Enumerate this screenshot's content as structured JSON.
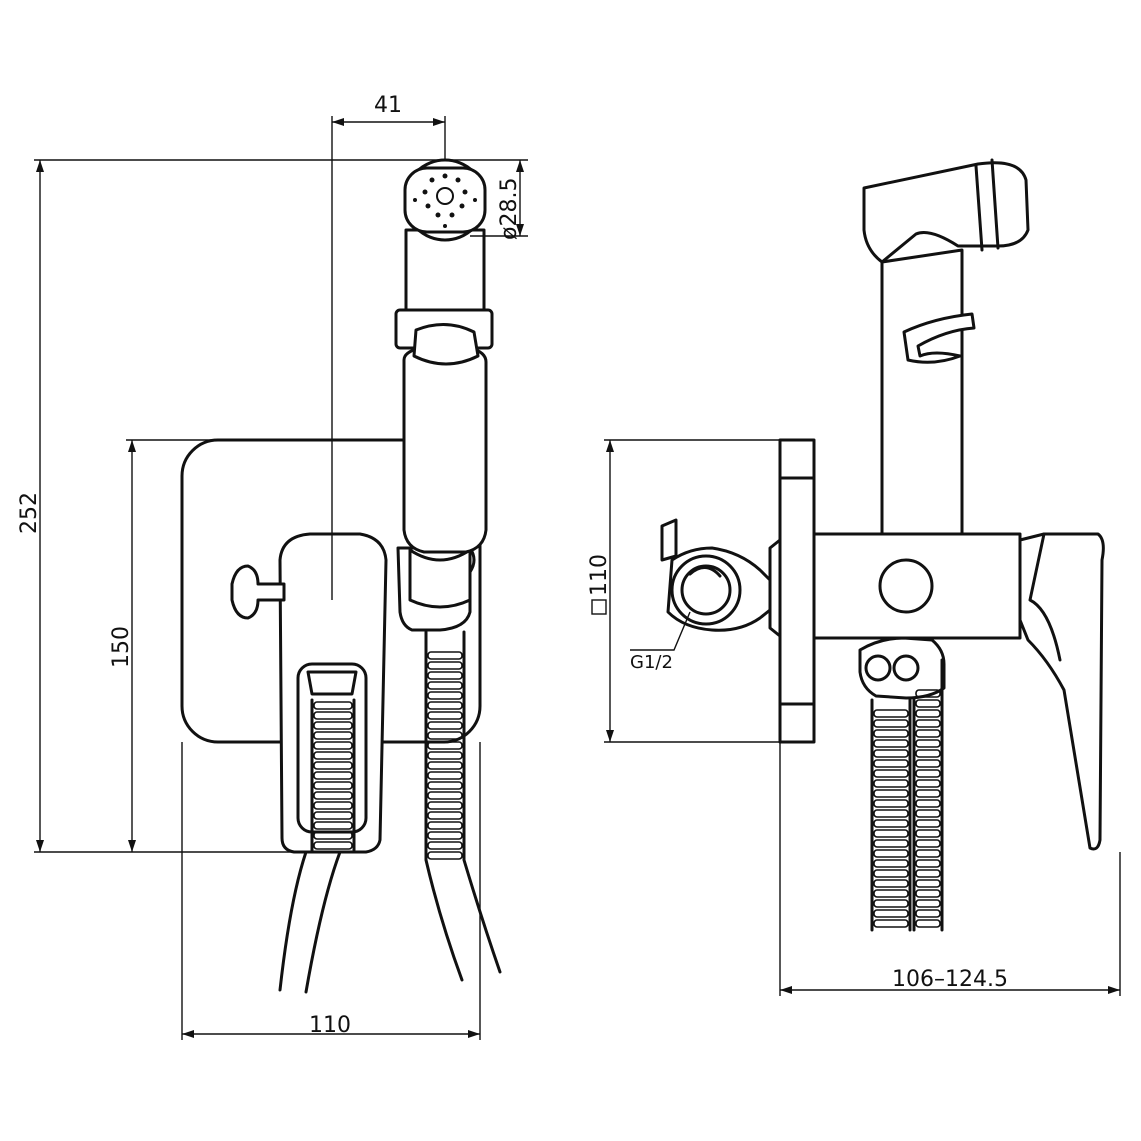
{
  "dimensions": {
    "total_height": "252",
    "plate_height": "150",
    "plate_width": "110",
    "handset_offset": "41",
    "handset_diameter": "ø28.5",
    "plate_side": "110",
    "thread": "G1/2",
    "depth": "106–124.5"
  },
  "views": [
    "front-view",
    "side-view"
  ]
}
